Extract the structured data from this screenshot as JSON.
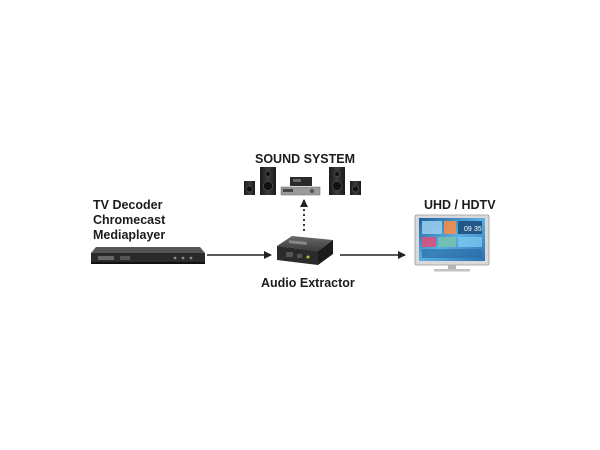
{
  "source": {
    "lines": [
      "TV Decoder",
      "Chromecast",
      "Mediaplayer"
    ]
  },
  "sound_system": {
    "label": "SOUND SYSTEM"
  },
  "extractor": {
    "label": "Audio Extractor"
  },
  "display": {
    "label": "UHD / HDTV",
    "tile_numbers": [
      "09",
      "35"
    ]
  },
  "connections": [
    {
      "from": "source",
      "to": "extractor",
      "style": "solid"
    },
    {
      "from": "extractor",
      "to": "display",
      "style": "solid"
    },
    {
      "from": "extractor",
      "to": "sound-system",
      "style": "dotted"
    }
  ],
  "colors": {
    "text": "#1c1c1c",
    "arrow": "#222222",
    "device": "#2e2e2e",
    "screen": "#3a8ec6"
  }
}
